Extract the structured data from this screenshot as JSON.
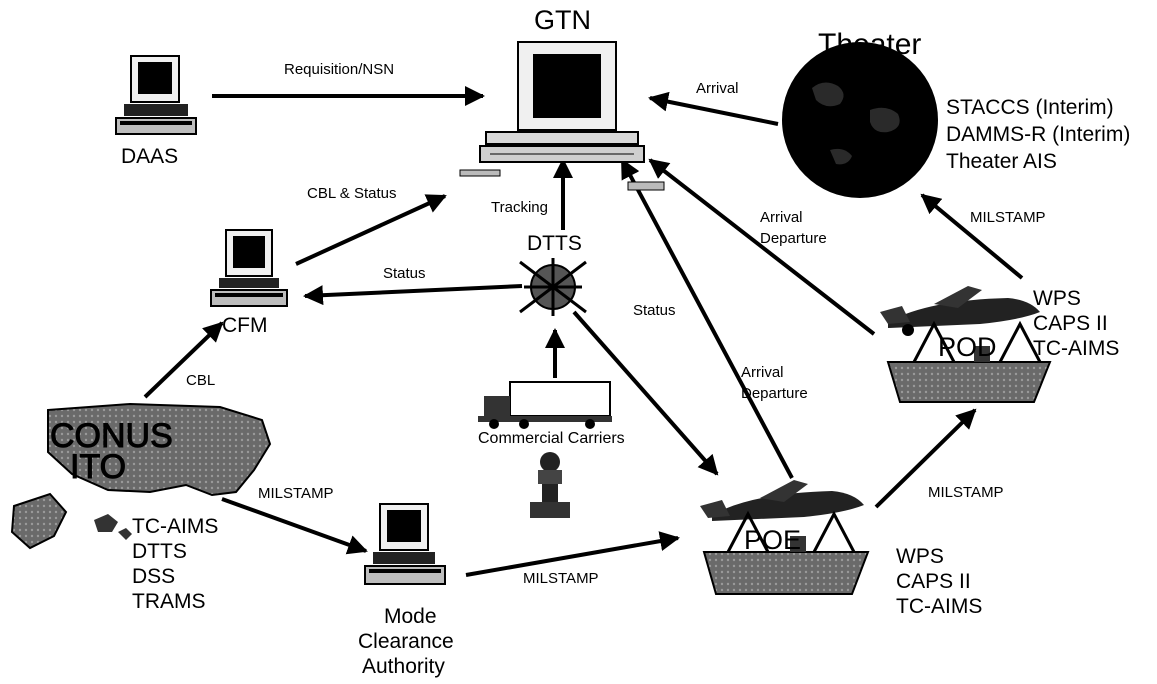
{
  "nodes": {
    "gtn": "GTN",
    "theater": "Theater",
    "daas": "DAAS",
    "cfm": "CFM",
    "dtts": "DTTS",
    "commercial": "Commercial Carriers",
    "mode": [
      "Mode",
      "Clearance",
      "Authority"
    ],
    "conus": [
      "CONUS",
      "ITO"
    ],
    "poe": "POE",
    "pod": "POD"
  },
  "systems": {
    "theater": [
      "STACCS (Interim)",
      "DAMMS-R (Interim)",
      "Theater AIS"
    ],
    "pod": [
      "WPS",
      "CAPS II",
      "TC-AIMS"
    ],
    "poe": [
      "WPS",
      "CAPS II",
      "TC-AIMS"
    ],
    "conus": [
      "TC-AIMS",
      "DTTS",
      "DSS",
      "TRAMS"
    ]
  },
  "flows": {
    "daas_gtn": "Requisition/NSN",
    "theater_gtn": "Arrival",
    "cfm_gtn": "CBL & Status",
    "dtts_gtn": "Tracking",
    "dtts_cfm": "Status",
    "dtts_poe": "Status",
    "conus_cfm": "CBL",
    "pod_gtn": [
      "Arrival",
      "Departure"
    ],
    "poe_gtn": [
      "Arrival",
      "Departure"
    ],
    "pod_theater": "MILSTAMP",
    "conus_mode": "MILSTAMP",
    "mode_poe": "MILSTAMP",
    "poe_pod": "MILSTAMP"
  }
}
